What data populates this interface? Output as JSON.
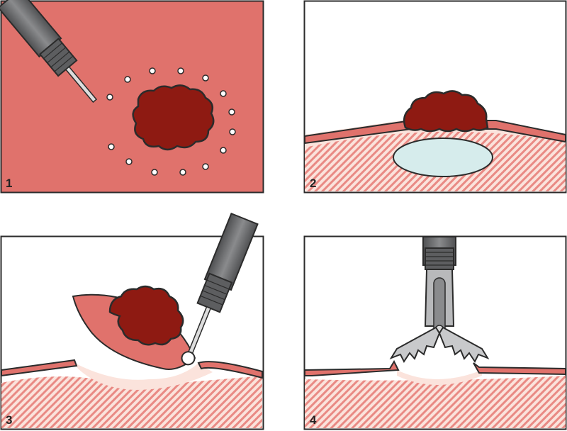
{
  "panels": [
    {
      "label": "1"
    },
    {
      "label": "2"
    },
    {
      "label": "3"
    },
    {
      "label": "4"
    }
  ],
  "colors": {
    "mucosa": "#e0726c",
    "lesion": "#8e1a12",
    "hatch_bg": "#fbe3dc",
    "hatch_line": "#e98a84",
    "fluid": "#d6ecec",
    "instrument": "#6d6e70",
    "outline": "#2b2b2b"
  }
}
